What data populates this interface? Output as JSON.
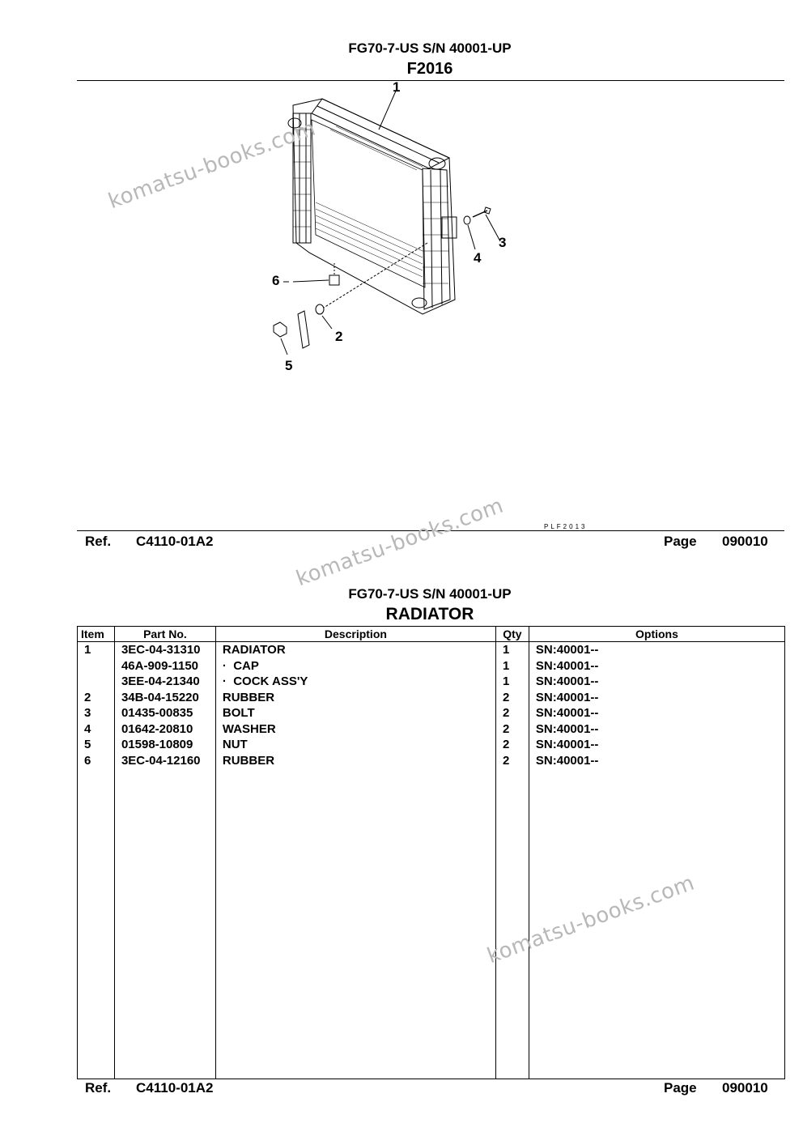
{
  "figure": {
    "model": "FG70-7-US S/N 40001-UP",
    "figure_no": "F2016",
    "callouts": [
      "1",
      "2",
      "3",
      "4",
      "5",
      "6"
    ],
    "small_code": "PLF2013",
    "ref_label": "Ref.",
    "ref_value": "C4110-01A2",
    "page_label": "Page",
    "page_value": "090010"
  },
  "table_section": {
    "model": "FG70-7-US S/N 40001-UP",
    "title": "RADIATOR",
    "headers": {
      "item": "Item",
      "part_no": "Part No.",
      "description": "Description",
      "qty": "Qty",
      "options": "Options"
    },
    "rows": [
      {
        "item": "1",
        "part_no": "3EC-04-31310",
        "description": "RADIATOR",
        "qty": "1",
        "options": "SN:40001--"
      },
      {
        "item": "",
        "part_no": "46A-909-1150",
        "description": "·  CAP",
        "qty": "1",
        "options": "SN:40001--"
      },
      {
        "item": "",
        "part_no": "3EE-04-21340",
        "description": "·  COCK ASS'Y",
        "qty": "1",
        "options": "SN:40001--"
      },
      {
        "item": "2",
        "part_no": "34B-04-15220",
        "description": "RUBBER",
        "qty": "2",
        "options": "SN:40001--"
      },
      {
        "item": "3",
        "part_no": "01435-00835",
        "description": "BOLT",
        "qty": "2",
        "options": "SN:40001--"
      },
      {
        "item": "4",
        "part_no": "01642-20810",
        "description": "WASHER",
        "qty": "2",
        "options": "SN:40001--"
      },
      {
        "item": "5",
        "part_no": "01598-10809",
        "description": "NUT",
        "qty": "2",
        "options": "SN:40001--"
      },
      {
        "item": "6",
        "part_no": "3EC-04-12160",
        "description": "RUBBER",
        "qty": "2",
        "options": "SN:40001--"
      }
    ],
    "ref_label": "Ref.",
    "ref_value": "C4110-01A2",
    "page_label": "Page",
    "page_value": "090010"
  },
  "watermark": "komatsu-books.com"
}
